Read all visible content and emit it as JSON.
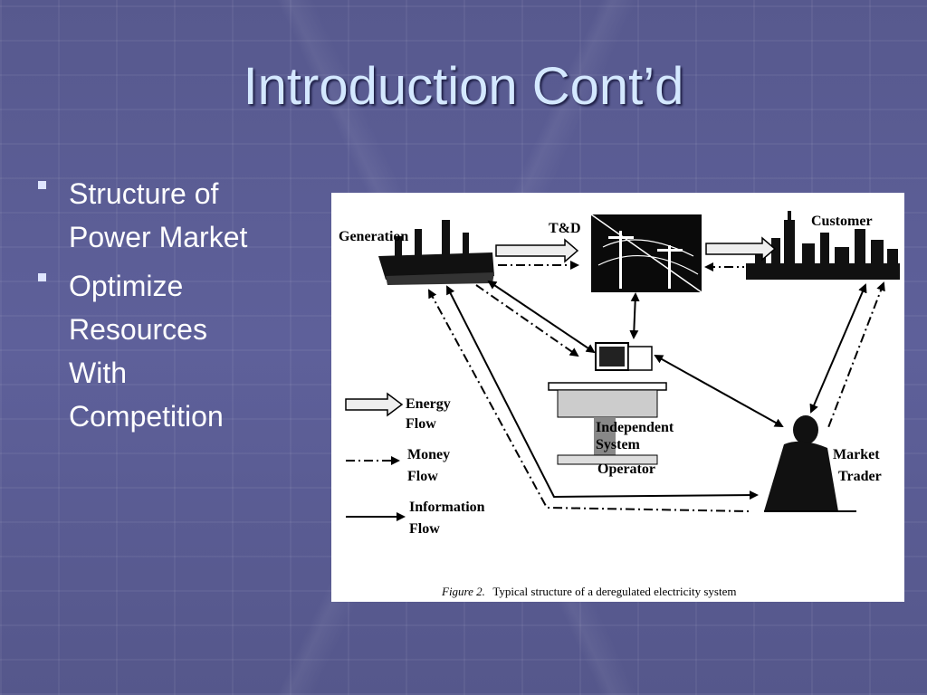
{
  "slide": {
    "title": "Introduction Cont’d",
    "bullets": [
      {
        "text": "Structure of\nPower Market"
      },
      {
        "text": "Optimize\nResources\nWith\nCompetition"
      }
    ]
  },
  "figure": {
    "labels": {
      "generation": "Generation",
      "td": "T&D",
      "customer": "Customer",
      "independent": "Independent",
      "system": "System",
      "operator": "Operator",
      "market": "Market",
      "trader": "Trader"
    },
    "legend": {
      "energy_1": "Energy",
      "energy_2": "Flow",
      "money_1": "Money",
      "money_2": "Flow",
      "info_1": "Information",
      "info_2": "Flow"
    },
    "caption_prefix": "Figure 2.",
    "caption": "Typical structure of a deregulated electricity system"
  }
}
